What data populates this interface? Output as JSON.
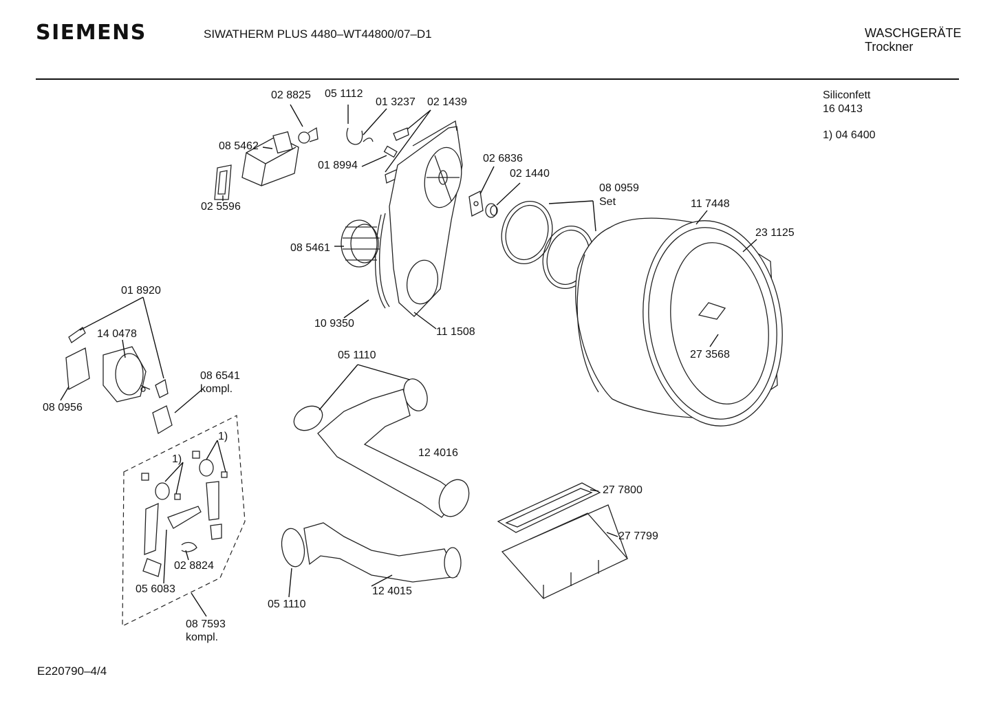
{
  "header": {
    "brand": "SIEMENS",
    "model": "SIWATHERM PLUS 4480–WT44800/07–D1",
    "category": "WASCHGERÄTE",
    "subcategory": "Trockner"
  },
  "notes": {
    "siliconfett_label": "Siliconfett",
    "siliconfett_number": "16 0413",
    "footnote": "1)  04 6400"
  },
  "footer": {
    "drawing_code": "E220790–4/4"
  },
  "parts": [
    {
      "id": "p-028825",
      "text": "02 8825"
    },
    {
      "id": "p-051112",
      "text": "05 1112"
    },
    {
      "id": "p-013237",
      "text": "01 3237"
    },
    {
      "id": "p-021439",
      "text": "02 1439"
    },
    {
      "id": "p-085462",
      "text": "08 5462"
    },
    {
      "id": "p-018994",
      "text": "01 8994"
    },
    {
      "id": "p-025596",
      "text": "02 5596"
    },
    {
      "id": "p-026836",
      "text": "02 6836"
    },
    {
      "id": "p-021440",
      "text": "02 1440"
    },
    {
      "id": "p-080959",
      "text": "08 0959"
    },
    {
      "id": "p-set",
      "text": "Set"
    },
    {
      "id": "p-117448",
      "text": "11 7448"
    },
    {
      "id": "p-231125",
      "text": "23 1125"
    },
    {
      "id": "p-085461",
      "text": "08 5461"
    },
    {
      "id": "p-018920",
      "text": "01 8920"
    },
    {
      "id": "p-140478",
      "text": "14  0478"
    },
    {
      "id": "p-109350",
      "text": "10 9350"
    },
    {
      "id": "p-111508",
      "text": "11 1508"
    },
    {
      "id": "p-080956",
      "text": "08 0956"
    },
    {
      "id": "p-086541",
      "text": "08 6541"
    },
    {
      "id": "p-kompl1",
      "text": "kompl."
    },
    {
      "id": "p-051110a",
      "text": "05 1110"
    },
    {
      "id": "p-273568",
      "text": "27 3568"
    },
    {
      "id": "p-fn1a",
      "text": "1)"
    },
    {
      "id": "p-fn1b",
      "text": "1)"
    },
    {
      "id": "p-124016",
      "text": "12 4016"
    },
    {
      "id": "p-277800",
      "text": "27 7800"
    },
    {
      "id": "p-277799",
      "text": "27 7799"
    },
    {
      "id": "p-028824",
      "text": "02 8824"
    },
    {
      "id": "p-056083",
      "text": "05 6083"
    },
    {
      "id": "p-124015",
      "text": "12 4015"
    },
    {
      "id": "p-051110b",
      "text": "05 1110"
    },
    {
      "id": "p-087593",
      "text": "08 7593"
    },
    {
      "id": "p-kompl2",
      "text": "kompl."
    }
  ]
}
